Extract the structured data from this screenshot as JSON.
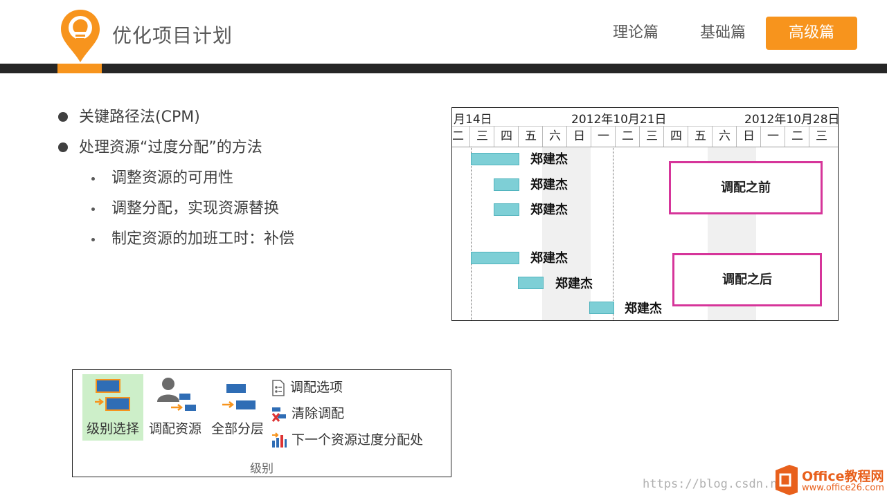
{
  "header": {
    "title": "优化项目计划",
    "nav": [
      "理论篇",
      "基础篇",
      "高级篇"
    ],
    "active_nav": "高级篇",
    "accent_color": "#f7941d",
    "bar_color": "#262626"
  },
  "bullets": [
    {
      "level": 1,
      "text": "关键路径法(CPM)"
    },
    {
      "level": 1,
      "text": "处理资源“过度分配”的方法"
    },
    {
      "level": 2,
      "text": "调整资源的可用性"
    },
    {
      "level": 2,
      "text": "调整分配，实现资源替换"
    },
    {
      "level": 2,
      "text": "制定资源的加班工时：补偿"
    }
  ],
  "gantt": {
    "date_labels": [
      "月14日",
      "2012年10月21日",
      "2012年10月28日"
    ],
    "days": [
      "二",
      "三",
      "四",
      "五",
      "六",
      "日",
      "一",
      "二",
      "三",
      "四",
      "五",
      "六",
      "日",
      "一",
      "二",
      "三"
    ],
    "resource": "郑建杰",
    "callout_before": "调配之前",
    "callout_after": "调配之后",
    "bar_color": "#7ecfd6",
    "callout_color": "#d6359a"
  },
  "ribbon": {
    "buttons": [
      "级别选择",
      "调配资源",
      "全部分层"
    ],
    "options": [
      "调配选项",
      "清除调配",
      "下一个资源过度分配处"
    ],
    "group_label": "级别",
    "selected_color": "#cdefc9"
  },
  "watermark": "https://blog.csdn.n",
  "brand": {
    "line1": "Office教程网",
    "line2": "www.office26.com"
  }
}
